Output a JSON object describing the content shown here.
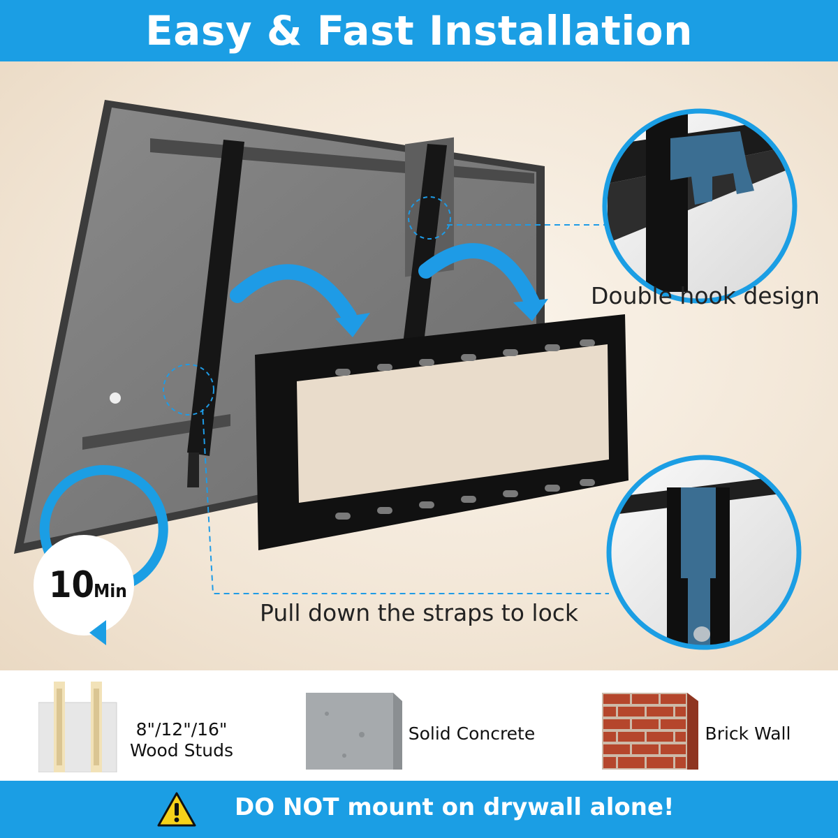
{
  "header": {
    "title": "Easy & Fast Installation"
  },
  "callouts": {
    "double_hook": "Double hook design",
    "pull_straps": "Pull down the straps to lock"
  },
  "badge": {
    "number": "10",
    "unit": "Min"
  },
  "surfaces": [
    {
      "label_line1": "8\"/12\"/16\"",
      "label_line2": "Wood Studs",
      "icon": "wood-studs-icon"
    },
    {
      "label": "Solid Concrete",
      "icon": "concrete-block-icon"
    },
    {
      "label": "Brick Wall",
      "icon": "brick-wall-icon"
    }
  ],
  "footer": {
    "warning": "DO NOT mount on drywall alone!",
    "icon": "warning-triangle-icon"
  },
  "colors": {
    "accent_blue": "#1b9ee4",
    "arrow_blue": "#1e9be6",
    "background": "#f3eadc",
    "warning_yellow": "#f7d21a",
    "brick": "#b5462c"
  }
}
